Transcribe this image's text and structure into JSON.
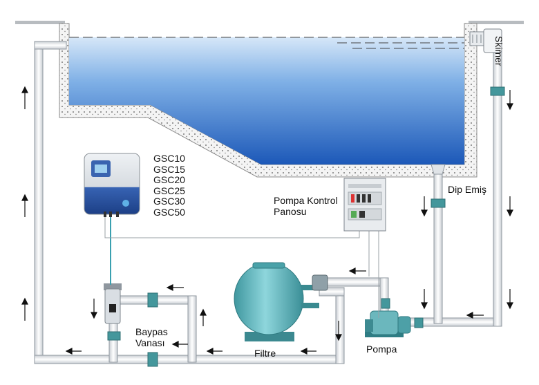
{
  "labels": {
    "skimmer": "Skimer",
    "dip_suction": "Dip Emiş",
    "pump_panel_line1": "Pompa Kontrol",
    "pump_panel_line2": "Panosu",
    "bypass_line1": "Baypas",
    "bypass_line2": "Vanası",
    "filter": "Filtre",
    "pump": "Pompa"
  },
  "models": [
    "GSC10",
    "GSC15",
    "GSC20",
    "GSC25",
    "GSC30",
    "GSC50"
  ],
  "colors": {
    "pipe_fill": "#eef0f2",
    "pipe_edge": "#9aa3ab",
    "water_top": "#cfe2f7",
    "water_bottom": "#1e5fbf",
    "filter_body": "#5fb8c0",
    "valve_teal": "#3e8f94",
    "device_blue": "#2a57a6"
  },
  "icons": [
    "flow-arrow-icon",
    "valve-icon"
  ]
}
